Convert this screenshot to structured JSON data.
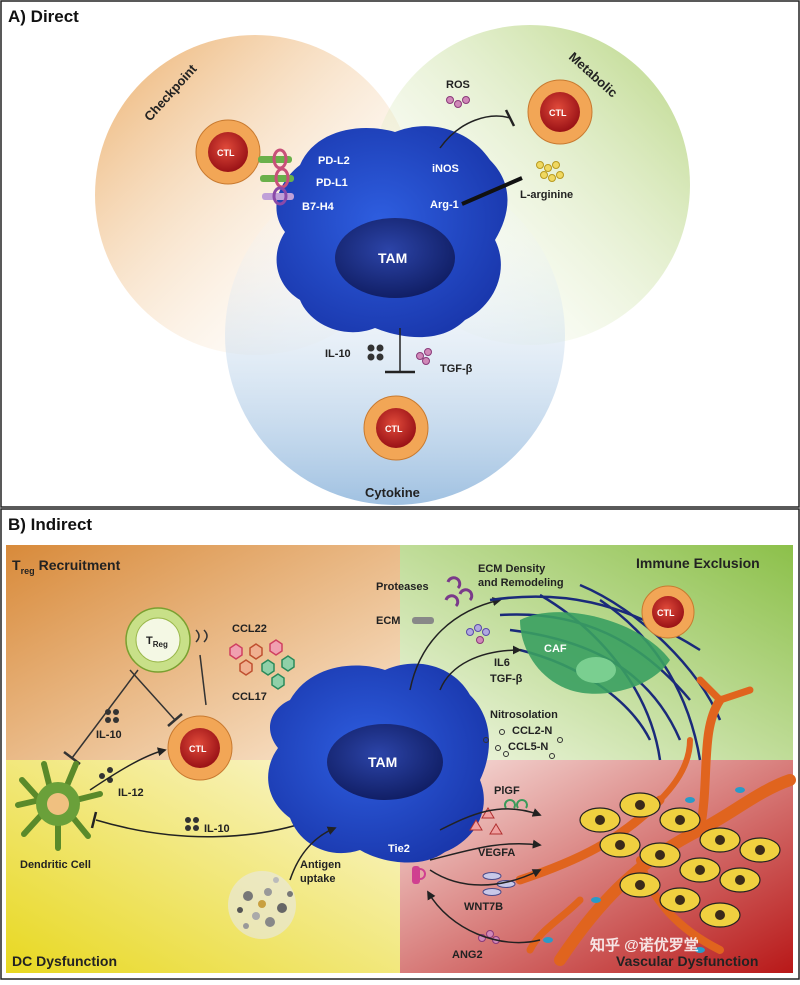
{
  "panel_a": {
    "title": "A) Direct",
    "checkpoint": "Checkpoint",
    "metabolic": "Metabolic",
    "cytokine": "Cytokine",
    "tam": "TAM",
    "ctl": "CTL",
    "pdl2": "PD-L2",
    "pdl1": "PD-L1",
    "b7h4": "B7-H4",
    "inos": "iNOS",
    "arg1": "Arg-1",
    "ros": "ROS",
    "larginine": "L-arginine",
    "il10": "IL-10",
    "tgfb": "TGF-β"
  },
  "panel_b": {
    "title": "B) Indirect",
    "treg_recruitment_main": "T",
    "treg_recruitment_sub": "reg",
    "treg_recruitment_rest": "Recruitment",
    "immune_exclusion": "Immune Exclusion",
    "dc_dysfunction": "DC Dysfunction",
    "vascular_dysfunction": "Vascular Dysfunction",
    "treg_main": "T",
    "treg_sub": "Reg",
    "ccl22": "CCL22",
    "ccl17": "CCL17",
    "il10_a": "IL-10",
    "il12": "IL-12",
    "il10_b": "IL-10",
    "ctl": "CTL",
    "tam": "TAM",
    "dendritic": "Dendritic Cell",
    "antigen_uptake_1": "Antigen",
    "antigen_uptake_2": "uptake",
    "proteases": "Proteases",
    "ecm": "ECM",
    "ecm_density_1": "ECM Density",
    "ecm_density_2": "and Remodeling",
    "caf": "CAF",
    "il6": "IL6",
    "tgfb": "TGF-β",
    "nitrosolation": "Nitrosolation",
    "ccl2n": "CCL2-N",
    "ccl5n": "CCL5-N",
    "pigf": "PlGF",
    "vegfa": "VEGFA",
    "wnt7b": "WNT7B",
    "ang2": "ANG2",
    "tie2": "Tie2"
  },
  "watermark": "知乎 @诺优罗堂",
  "colors": {
    "tam_blue": "#1e44c8",
    "tam_nucleus": "#16277a",
    "ctl_outer": "#f0a050",
    "ctl_inner": "#b81c20",
    "vessel": "#e0641e",
    "ecm_fiber": "#1a2a7a"
  }
}
